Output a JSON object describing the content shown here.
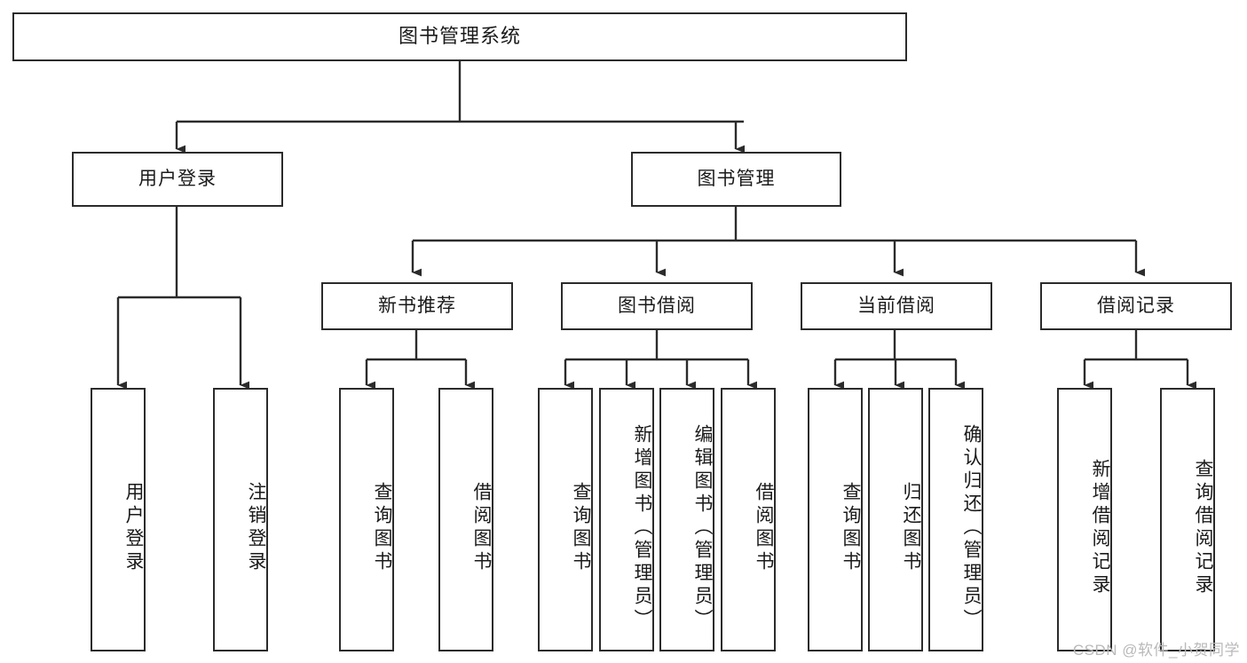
{
  "diagram": {
    "title": "图书管理系统",
    "type": "functional-structure-tree",
    "watermark": "CSDN @软件_小贺同学",
    "colors": {
      "stroke": "#2b2b2b",
      "box_fill": "#ffffff",
      "text": "#1a1a1a",
      "watermark": "#b9b9b9",
      "background": "#ffffff"
    },
    "root": {
      "label": "图书管理系统"
    },
    "level2": [
      {
        "label": "用户登录"
      },
      {
        "label": "图书管理"
      }
    ],
    "groups": [
      {
        "parent": "用户登录",
        "header": null,
        "leaves": [
          {
            "label": "用户登录"
          },
          {
            "label": "注销登录"
          }
        ]
      },
      {
        "parent": "图书管理",
        "header": "新书推荐",
        "leaves": [
          {
            "label": "查询图书"
          },
          {
            "label": "借阅图书"
          }
        ]
      },
      {
        "parent": "图书管理",
        "header": "图书借阅",
        "leaves": [
          {
            "label": "查询图书"
          },
          {
            "label": "新增图书（管理员）"
          },
          {
            "label": "编辑图书（管理员）"
          },
          {
            "label": "借阅图书"
          }
        ]
      },
      {
        "parent": "图书管理",
        "header": "当前借阅",
        "leaves": [
          {
            "label": "查询图书"
          },
          {
            "label": "归还图书"
          },
          {
            "label": "确认归还（管理员）"
          }
        ]
      },
      {
        "parent": "图书管理",
        "header": "借阅记录",
        "leaves": [
          {
            "label": "新增借阅记录"
          },
          {
            "label": "查询借阅记录"
          }
        ]
      }
    ]
  }
}
